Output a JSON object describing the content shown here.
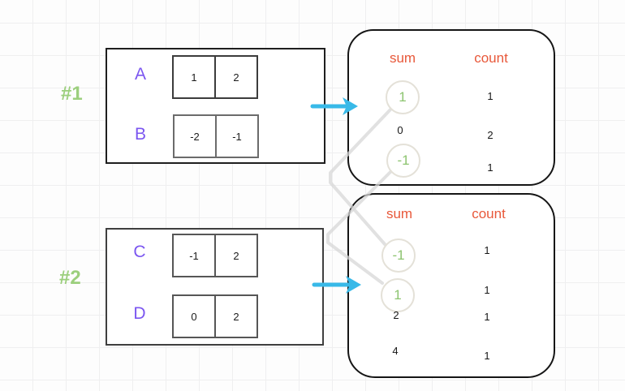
{
  "colors": {
    "array_label_purple": "#7b56f0",
    "group_tag_green": "#92cb70",
    "circled_value_green": "#8cc46f",
    "result_header_orange": "#e8583a",
    "arrow_cyan": "#38b9e8",
    "connector_gray": "#d7d7d7"
  },
  "groups": [
    {
      "tag": "#1",
      "arrays": [
        {
          "label": "A",
          "cells": [
            "1",
            "2"
          ]
        },
        {
          "label": "B",
          "cells": [
            "-2",
            "-1"
          ]
        }
      ],
      "result": {
        "sum_header": "sum",
        "count_header": "count",
        "rows": [
          {
            "sum": "1",
            "count": "1",
            "circled": true
          },
          {
            "sum": "0",
            "count": "2",
            "circled": false
          },
          {
            "sum": "-1",
            "count": "1",
            "circled": true
          }
        ]
      }
    },
    {
      "tag": "#2",
      "arrays": [
        {
          "label": "C",
          "cells": [
            "-1",
            "2"
          ]
        },
        {
          "label": "D",
          "cells": [
            "0",
            "2"
          ]
        }
      ],
      "result": {
        "sum_header": "sum",
        "count_header": "count",
        "rows": [
          {
            "sum": "-1",
            "count": "1",
            "circled": true
          },
          {
            "sum": "1",
            "count": "1",
            "circled": true
          },
          {
            "sum": "2",
            "count": "1",
            "circled": false
          },
          {
            "sum": "4",
            "count": "1",
            "circled": false
          }
        ]
      }
    }
  ]
}
